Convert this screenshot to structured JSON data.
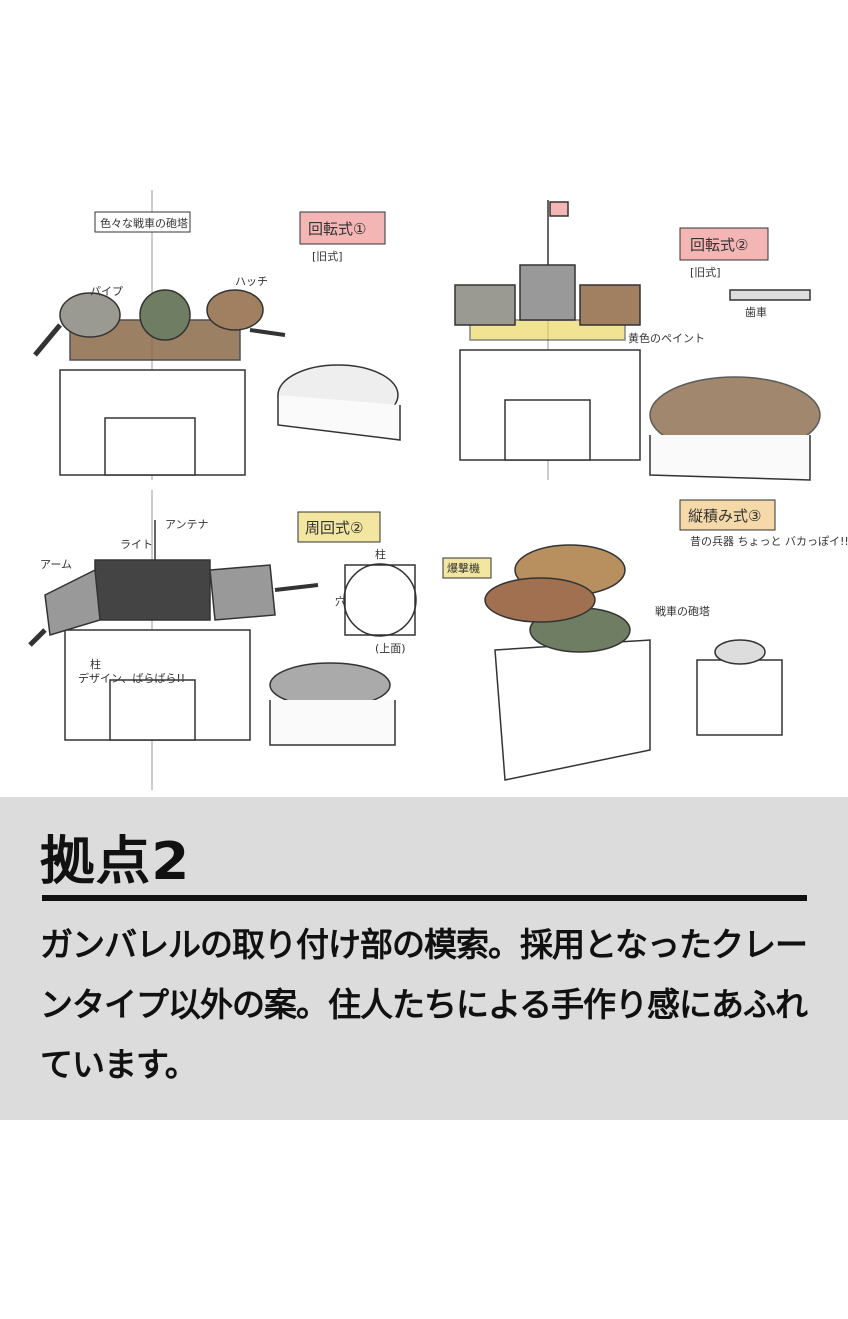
{
  "artwork": {
    "labels": {
      "various_turrets": "色々な戦車の砲塔",
      "rotary_1": "回転式①",
      "old_1": "[旧式]",
      "rotary_2": "回転式②",
      "old_2": "[旧式]",
      "gear": "歯車",
      "yellow_paint": "黄色のペイント",
      "orbit_2": "周回式②",
      "stacked_3": "縦積み式③",
      "bomber": "爆撃機",
      "tank_turret": "戦車の砲塔",
      "old_weapon": "昔の兵器 ちょっと バカっぽイ!!",
      "arm": "アーム",
      "pillar": "柱",
      "design_note": "デザイン、ばらばら!!",
      "hole": "穴",
      "top_view": "(上面)",
      "antenna": "アンテナ",
      "light": "ライト",
      "pipe": "パイプ",
      "hatch": "ハッチ"
    }
  },
  "caption": {
    "title": "拠点2",
    "body": "ガンバレルの取り付け部の模索。採用となったクレーンタイプ以外の案。住人たちによる手作り感にあふれています。"
  },
  "colors": {
    "caption_bg": "#dcdcdc",
    "tag_red": "#f4b5b5",
    "tag_yellow": "#f3e6a0",
    "rust": "#8a6a4a",
    "green": "#6f7d63"
  }
}
